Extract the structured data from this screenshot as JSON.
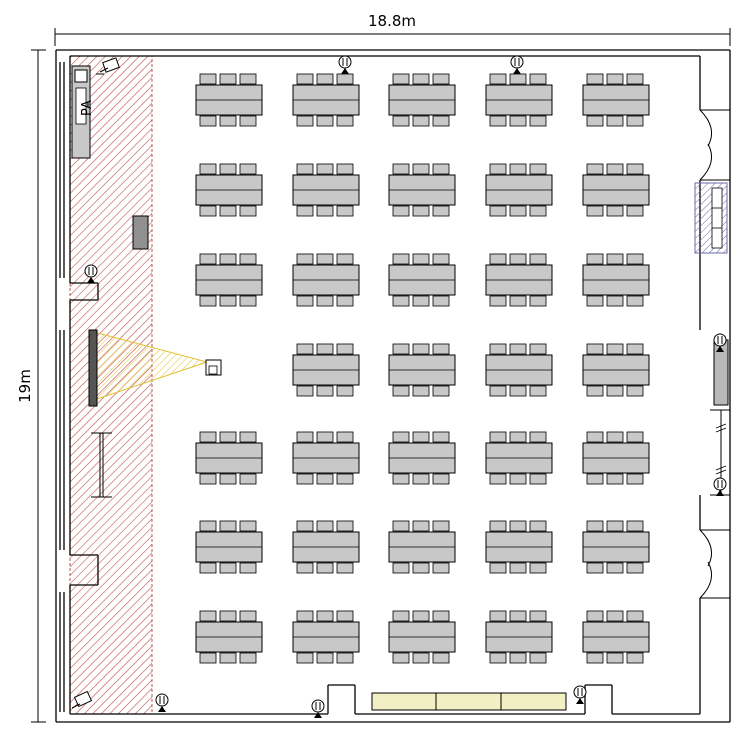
{
  "dimensions": {
    "width_label": "18.8m",
    "height_label": "19m"
  },
  "equipment": {
    "pa_label": "PA"
  },
  "layout": {
    "table_rows": 7,
    "table_columns": 5,
    "tables_per_row": [
      5,
      5,
      5,
      4,
      5,
      5,
      5
    ],
    "chairs_per_side": 3
  },
  "colors": {
    "stage_hatch": "#c05050",
    "projection_beam": "#f5e27a",
    "table_fill": "#c8c8c8",
    "wall": "#000000",
    "storage_hatch": "#6a6aa8",
    "bench_fill": "#f3efc4"
  }
}
